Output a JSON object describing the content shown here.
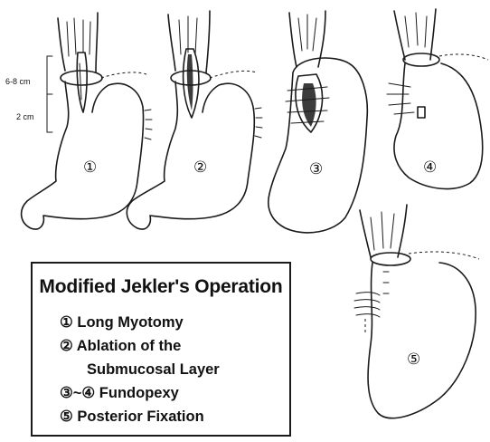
{
  "diagram": {
    "measure_upper": "6-8 cm",
    "measure_lower": "2 cm",
    "step_labels": [
      "①",
      "②",
      "③",
      "④",
      "⑤"
    ]
  },
  "legend": {
    "title": "Modified Jekler's Operation",
    "items": [
      "① Long Myotomy",
      "② Ablation of the",
      "Submucosal Layer",
      "③~④ Fundopexy",
      "⑤ Posterior Fixation"
    ]
  }
}
